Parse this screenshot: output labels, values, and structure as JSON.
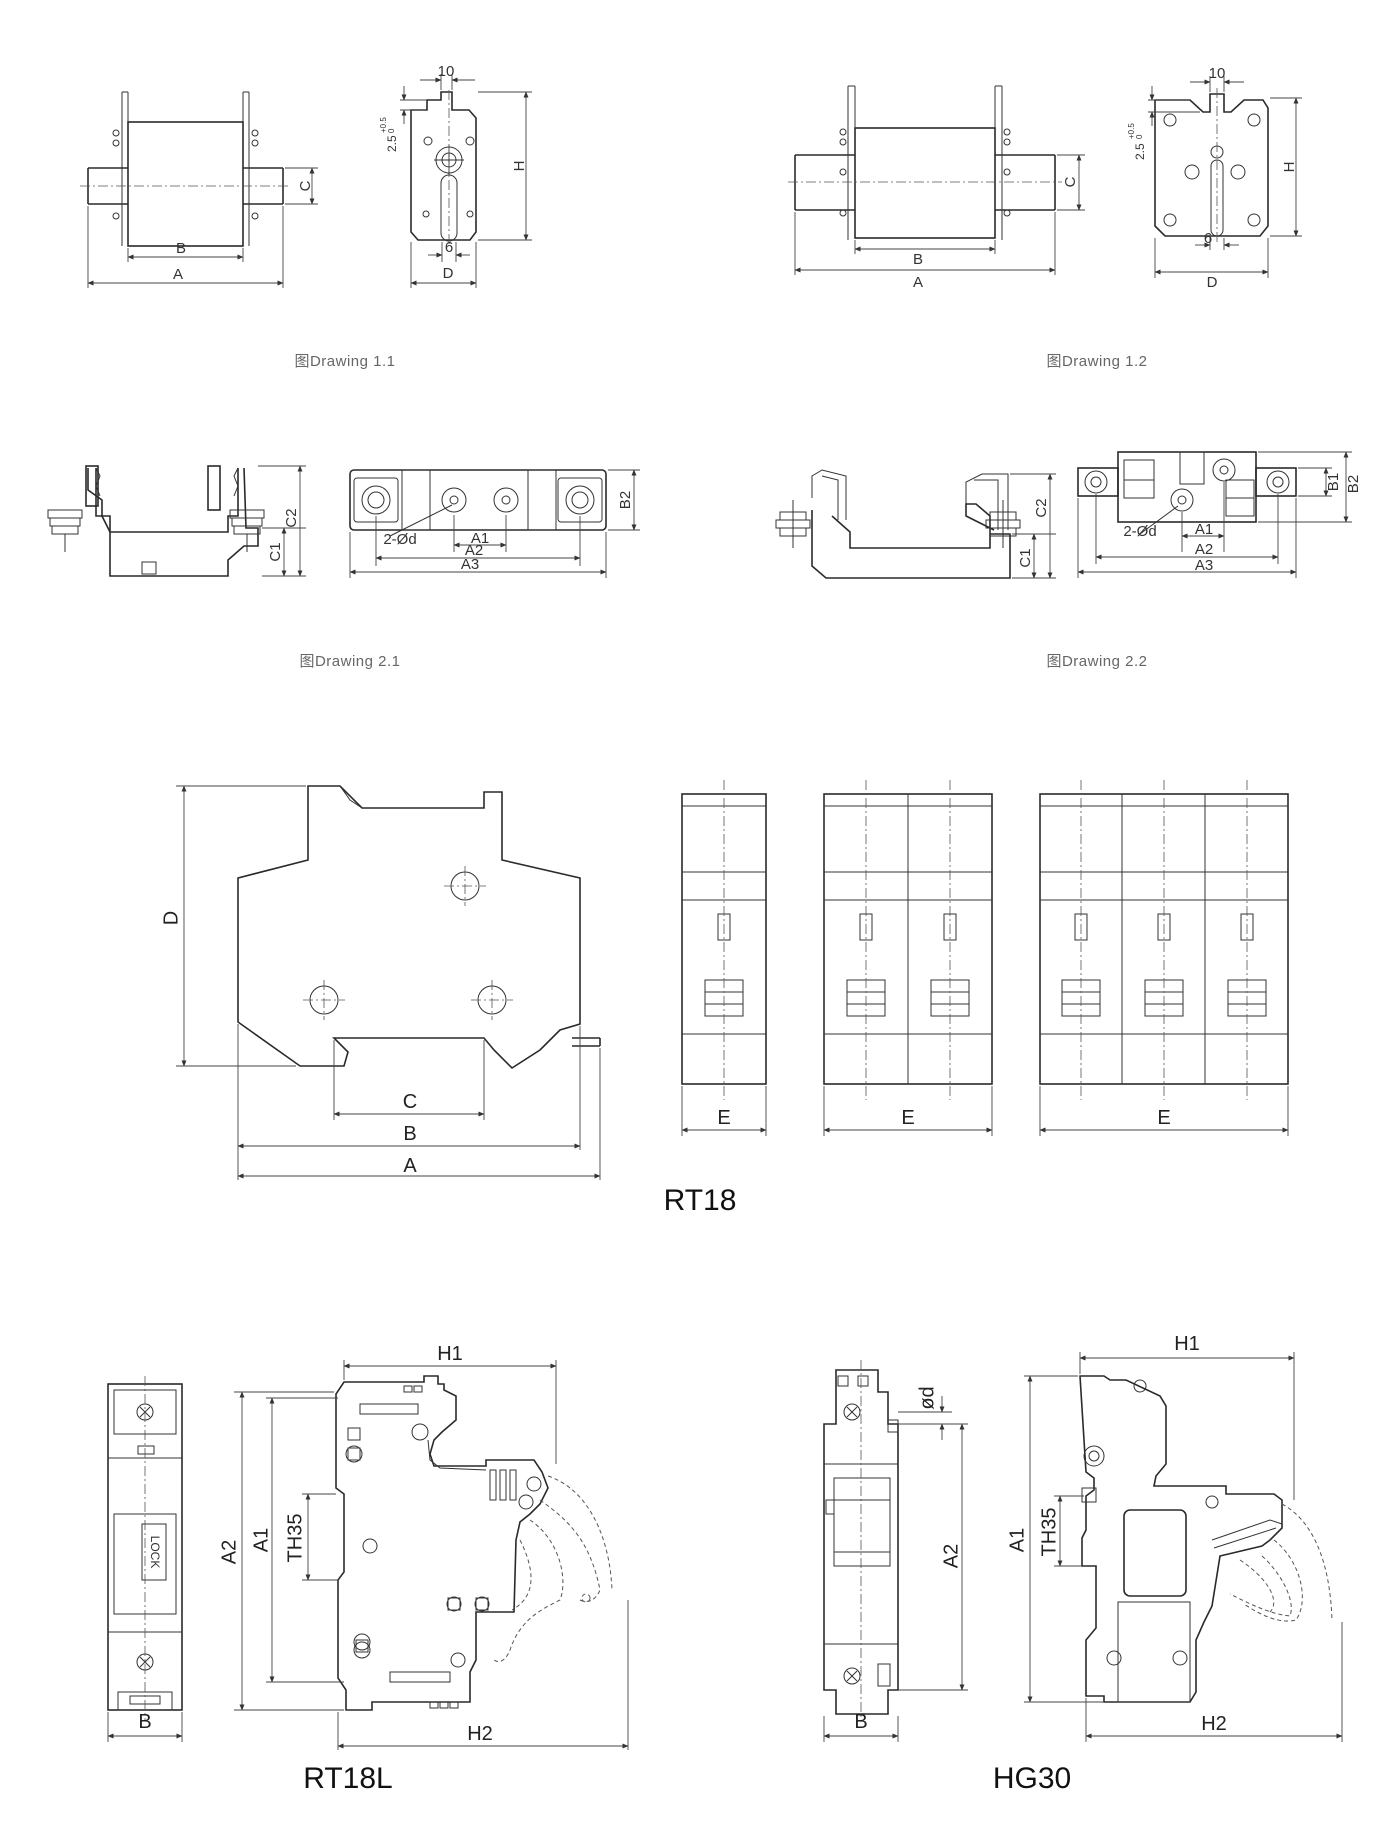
{
  "captions": {
    "d11": "图Drawing 1.1",
    "d12": "图Drawing 1.2",
    "d21": "图Drawing 2.1",
    "d22": "图Drawing 2.2"
  },
  "titles": {
    "rt18": "RT18",
    "rt18l": "RT18L",
    "hg30": "HG30"
  },
  "dims": {
    "A": "A",
    "B": "B",
    "C": "C",
    "D": "D",
    "H": "H",
    "E": "E",
    "ten": "10",
    "six": "6",
    "tol": "2.5",
    "tol_sup": "+0.5",
    "tol_sub": "0",
    "A1": "A1",
    "A2": "A2",
    "A3": "A3",
    "B1": "B1",
    "B2": "B2",
    "C1": "C1",
    "C2": "C2",
    "hole": "2-Ød",
    "H1": "H1",
    "H2": "H2",
    "TH35": "TH35",
    "od": "ød",
    "lock": "LOCK"
  }
}
